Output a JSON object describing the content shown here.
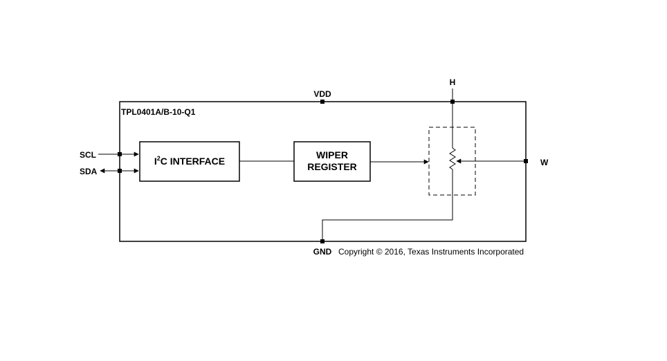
{
  "device_name": "TPL0401A/B-10-Q1",
  "pins": {
    "vdd": "VDD",
    "gnd": "GND",
    "h": "H",
    "w": "W",
    "scl": "SCL",
    "sda": "SDA"
  },
  "blocks": {
    "i2c_prefix": "I",
    "i2c_superscript": "2",
    "i2c_suffix": "C INTERFACE",
    "wiper_line1": "WIPER",
    "wiper_line2": "REGISTER"
  },
  "copyright": "Copyright © 2016, Texas Instruments Incorporated"
}
